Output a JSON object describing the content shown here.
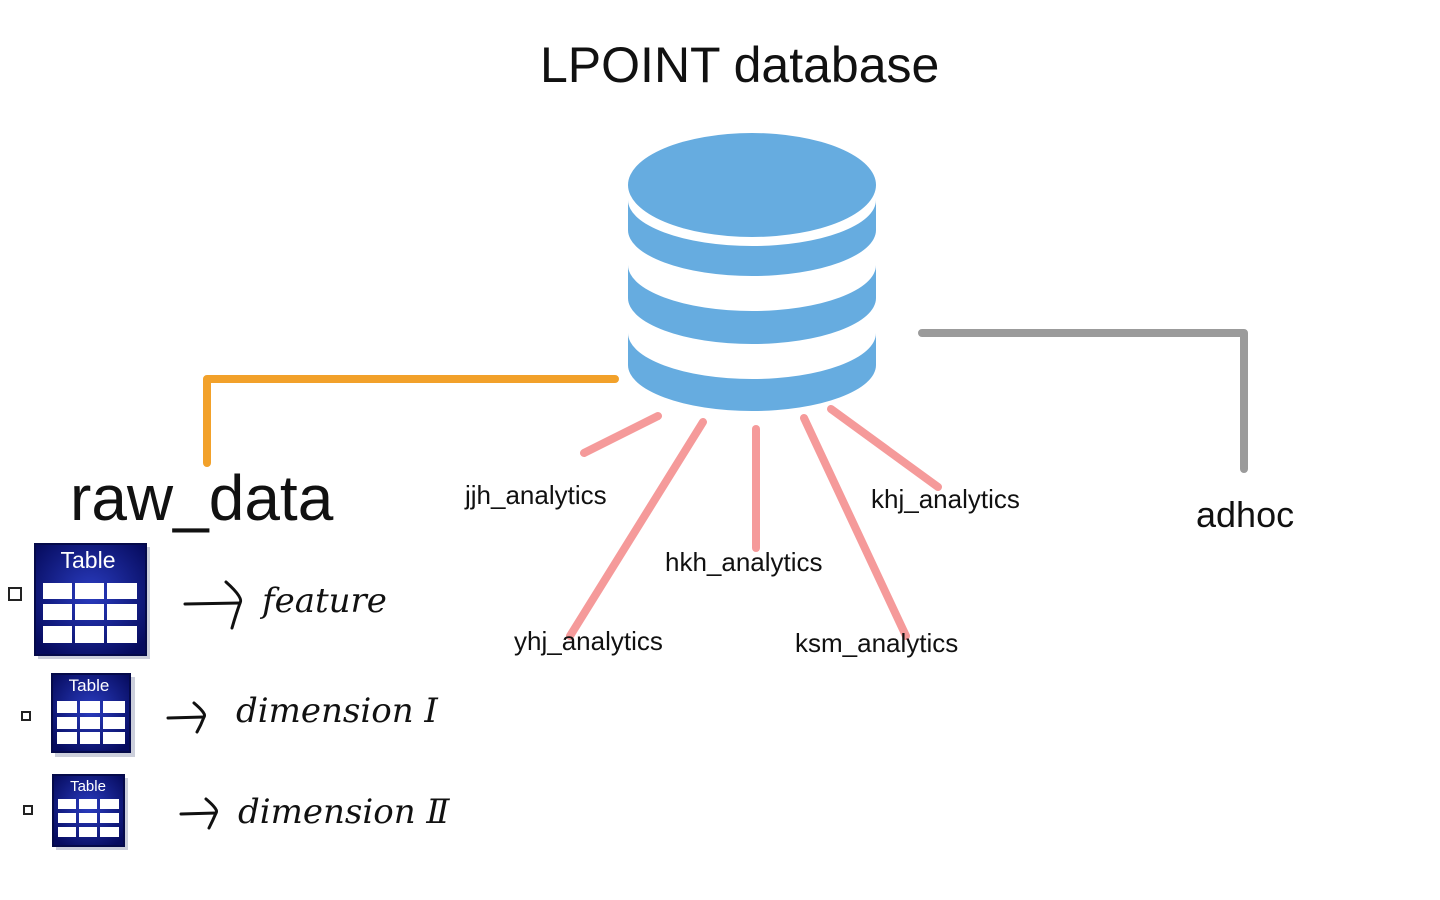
{
  "title": "LPOINT database",
  "raw_data_label": "raw_data",
  "adhoc_label": "adhoc",
  "analytics": {
    "jjh": "jjh_analytics",
    "khj": "khj_analytics",
    "hkh": "hkh_analytics",
    "yhj": "yhj_analytics",
    "ksm": "ksm_analytics"
  },
  "tables": [
    {
      "icon_label": "Table",
      "target": "feature"
    },
    {
      "icon_label": "Table",
      "target": "dimension Ⅰ"
    },
    {
      "icon_label": "Table",
      "target": "dimension Ⅱ"
    }
  ],
  "colors": {
    "database": "#66ace0",
    "raw_data_connector": "#f2a12a",
    "adhoc_connector": "#9b9b9b",
    "analytics_connectors": "#f59a9a",
    "table_icon": "#0b1280"
  },
  "icons": [
    "database-icon",
    "table-icon",
    "checkbox-icon",
    "arrow-icon"
  ]
}
